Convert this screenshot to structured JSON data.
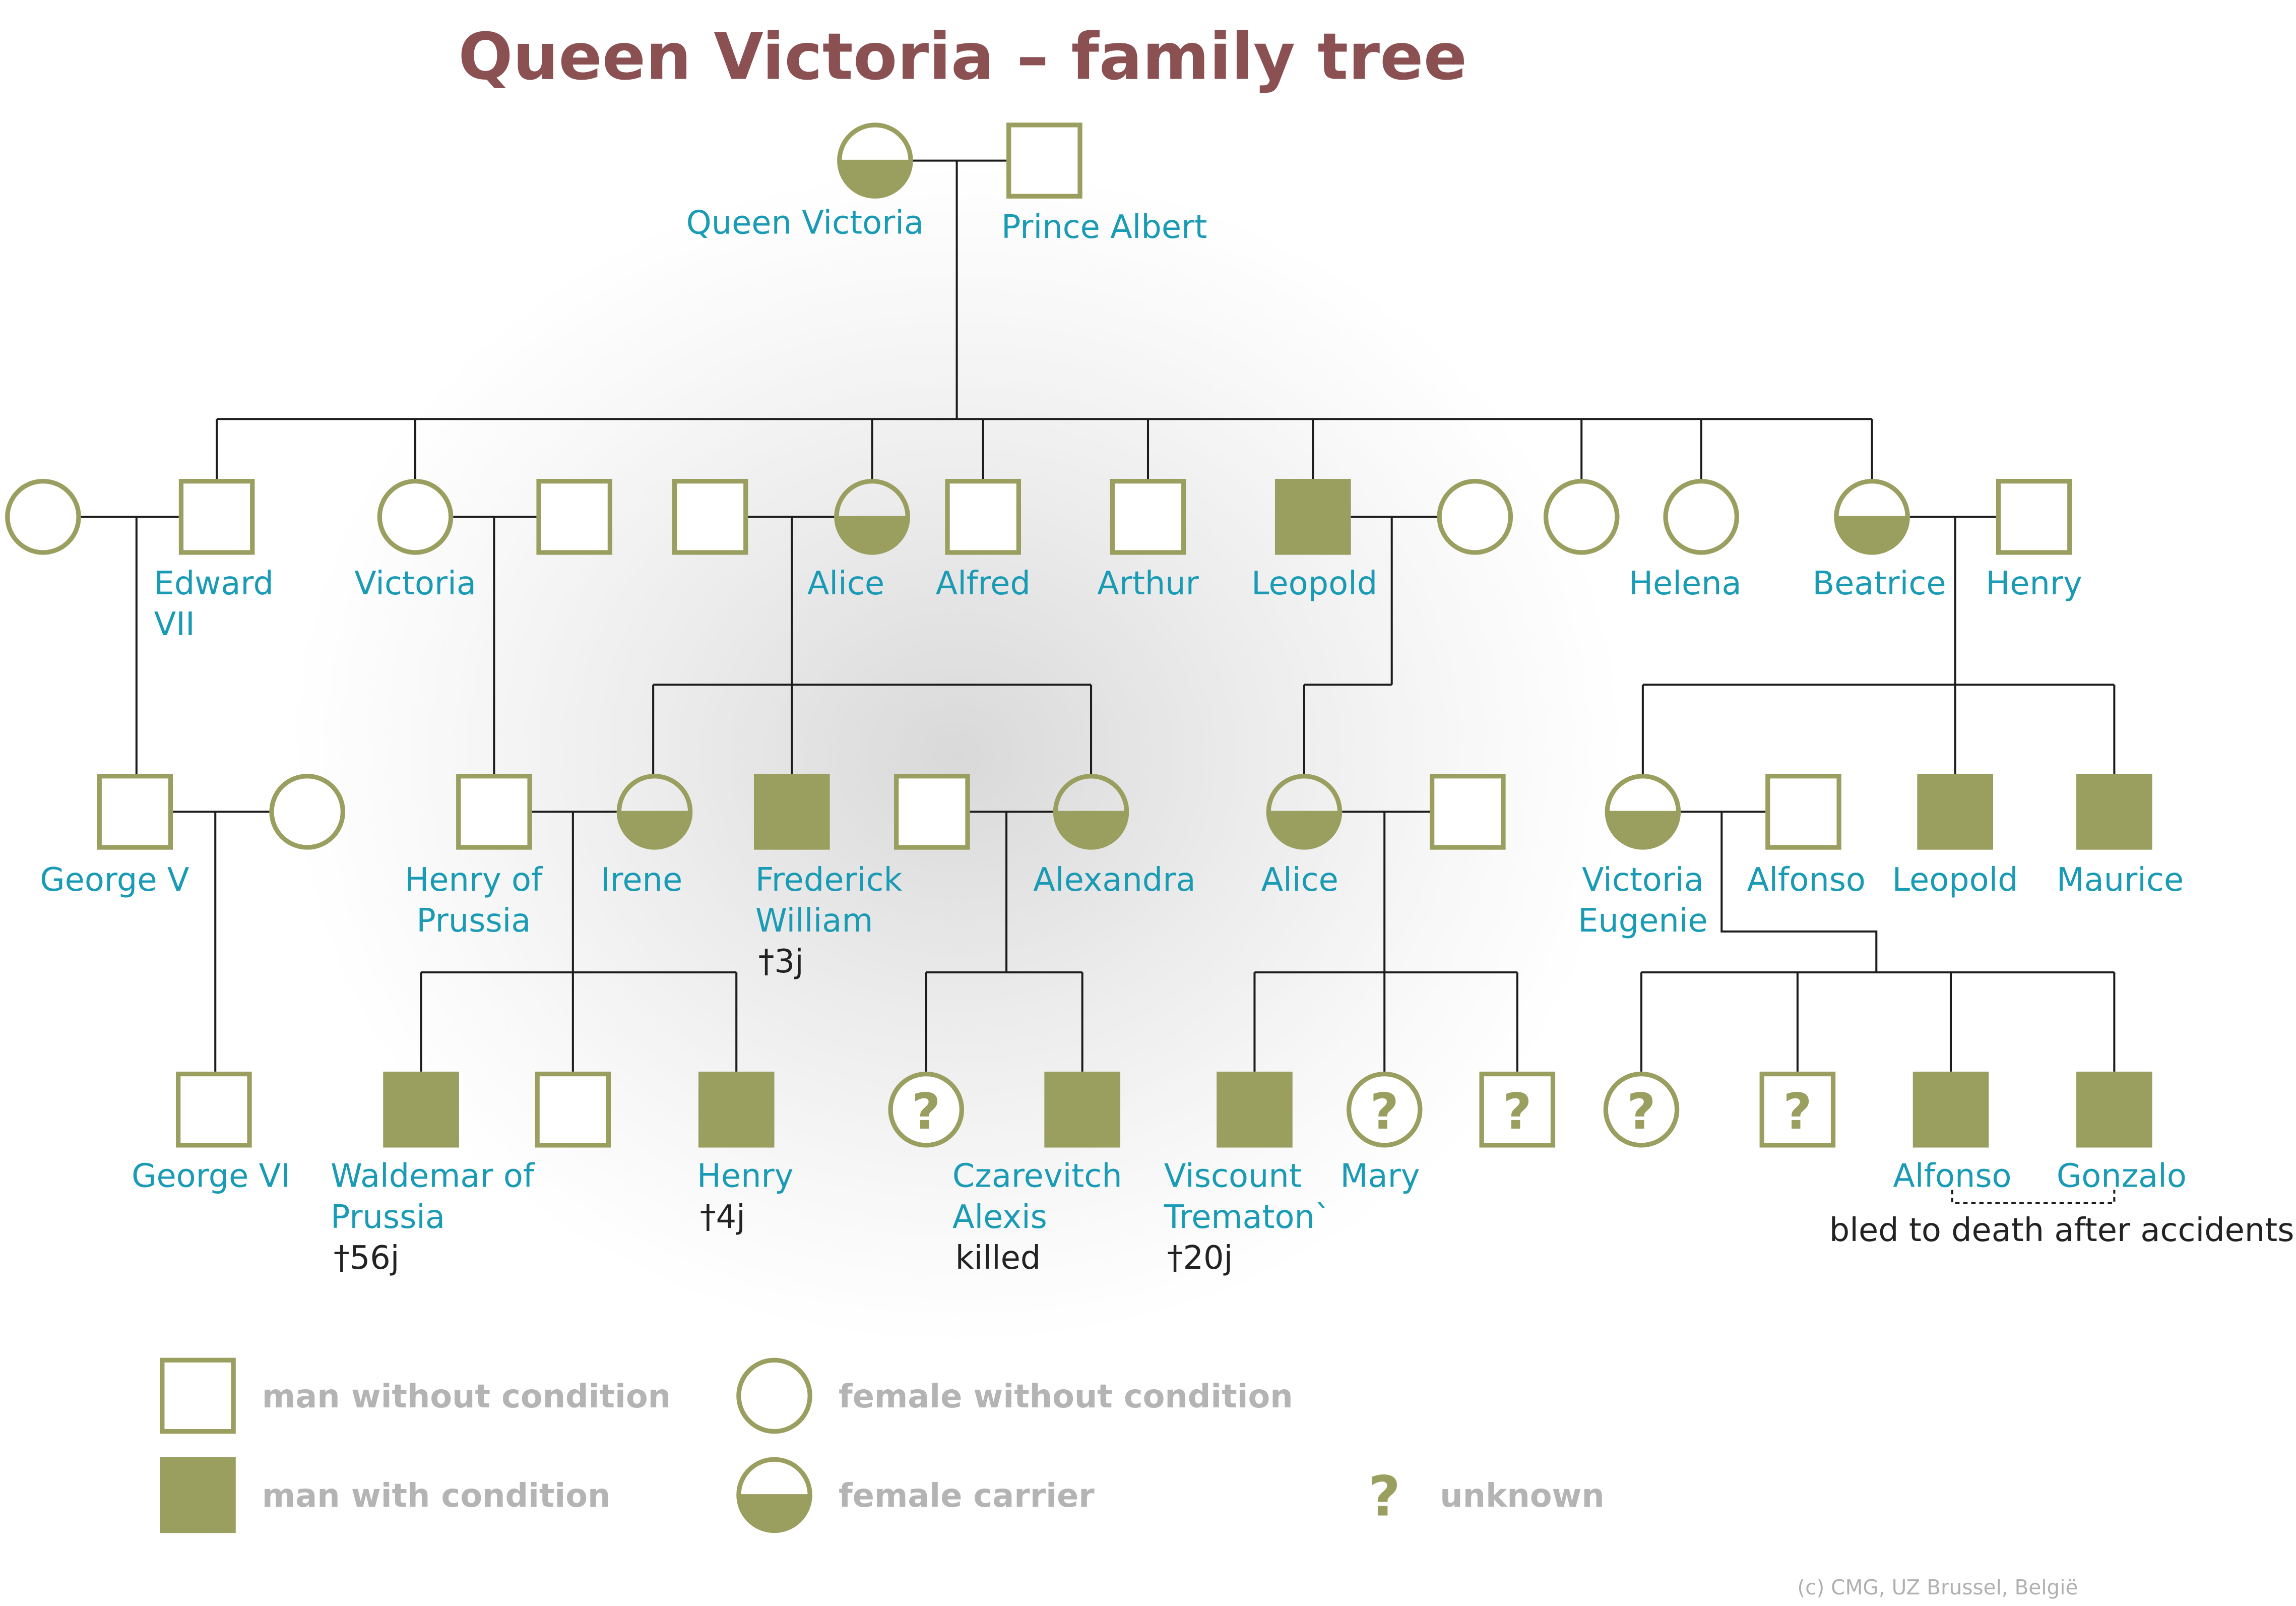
{
  "title": "Queen Victoria – family tree",
  "colors": {
    "symbol": "#9a9e5e",
    "name_text": "#1a9bb5",
    "title_text": "#8b5052",
    "legend_text": "#b4b4b4",
    "line": "#1c1c1c"
  },
  "people": {
    "queen_victoria": {
      "name": [
        "Queen Victoria"
      ],
      "sex": "female",
      "status": "carrier"
    },
    "prince_albert": {
      "name": [
        "Prince Albert"
      ],
      "sex": "male",
      "status": "unaffected"
    },
    "edward_wife": {
      "name": [],
      "sex": "female",
      "status": "unaffected"
    },
    "edward_vii": {
      "name": [
        "Edward",
        "VII"
      ],
      "sex": "male",
      "status": "unaffected"
    },
    "victoria": {
      "name": [
        "Victoria"
      ],
      "sex": "female",
      "status": "unaffected"
    },
    "victoria_husband": {
      "name": [],
      "sex": "male",
      "status": "unaffected"
    },
    "alice_husband": {
      "name": [],
      "sex": "male",
      "status": "unaffected"
    },
    "alice": {
      "name": [
        "Alice"
      ],
      "sex": "female",
      "status": "carrier"
    },
    "alfred": {
      "name": [
        "Alfred"
      ],
      "sex": "male",
      "status": "unaffected"
    },
    "arthur": {
      "name": [
        "Arthur"
      ],
      "sex": "male",
      "status": "unaffected"
    },
    "leopold": {
      "name": [
        "Leopold"
      ],
      "sex": "male",
      "status": "affected"
    },
    "leopold_wife": {
      "name": [],
      "sex": "female",
      "status": "unaffected"
    },
    "unnamed_daughter": {
      "name": [],
      "sex": "female",
      "status": "unaffected"
    },
    "helena": {
      "name": [
        "Helena"
      ],
      "sex": "female",
      "status": "unaffected"
    },
    "beatrice": {
      "name": [
        "Beatrice"
      ],
      "sex": "female",
      "status": "carrier"
    },
    "henry": {
      "name": [
        "Henry"
      ],
      "sex": "male",
      "status": "unaffected"
    },
    "george_v": {
      "name": [
        "George V"
      ],
      "sex": "male",
      "status": "unaffected"
    },
    "george_v_wife": {
      "name": [],
      "sex": "female",
      "status": "unaffected"
    },
    "henry_of_prussia": {
      "name": [
        "Henry of",
        "Prussia"
      ],
      "sex": "male",
      "status": "unaffected"
    },
    "irene": {
      "name": [
        "Irene"
      ],
      "sex": "female",
      "status": "carrier"
    },
    "frederick_william": {
      "name": [
        "Frederick",
        "William"
      ],
      "note": "†3j",
      "sex": "male",
      "status": "affected"
    },
    "alexandra_husband": {
      "name": [],
      "sex": "male",
      "status": "unaffected"
    },
    "alexandra": {
      "name": [
        "Alexandra"
      ],
      "sex": "female",
      "status": "carrier"
    },
    "alice_jr": {
      "name": [
        "Alice"
      ],
      "sex": "female",
      "status": "carrier"
    },
    "alice_jr_husband": {
      "name": [],
      "sex": "male",
      "status": "unaffected"
    },
    "victoria_eugenie": {
      "name": [
        "Victoria",
        "Eugenie"
      ],
      "sex": "female",
      "status": "carrier"
    },
    "alfonso_xiii": {
      "name": [
        "Alfonso"
      ],
      "sex": "male",
      "status": "unaffected"
    },
    "leopold_jr": {
      "name": [
        "Leopold"
      ],
      "sex": "male",
      "status": "affected"
    },
    "maurice": {
      "name": [
        "Maurice"
      ],
      "sex": "male",
      "status": "affected"
    },
    "george_vi": {
      "name": [
        "George VI"
      ],
      "sex": "male",
      "status": "unaffected"
    },
    "waldemar": {
      "name": [
        "Waldemar of",
        "Prussia"
      ],
      "note": "†56j",
      "sex": "male",
      "status": "affected"
    },
    "prussia_son2": {
      "name": [],
      "sex": "male",
      "status": "unaffected"
    },
    "henry_jr": {
      "name": [
        "Henry"
      ],
      "note": "†4j",
      "sex": "male",
      "status": "affected"
    },
    "alexandra_daughter": {
      "name": [],
      "sex": "female",
      "status": "unknown"
    },
    "alexei": {
      "name": [
        "Czarevitch",
        "Alexis"
      ],
      "note": "killed",
      "sex": "male",
      "status": "affected"
    },
    "trematon": {
      "name": [
        "Viscount",
        "Trematon`"
      ],
      "note": "†20j",
      "sex": "male",
      "status": "affected"
    },
    "mary": {
      "name": [
        "Mary"
      ],
      "sex": "female",
      "status": "unknown"
    },
    "alice_jr_son2": {
      "name": [],
      "sex": "male",
      "status": "unknown"
    },
    "spain_daughter": {
      "name": [],
      "sex": "female",
      "status": "unknown"
    },
    "spain_son": {
      "name": [],
      "sex": "male",
      "status": "unknown"
    },
    "alfonso_jr": {
      "name": [
        "Alfonso"
      ],
      "sex": "male",
      "status": "affected"
    },
    "gonzalo": {
      "name": [
        "Gonzalo"
      ],
      "sex": "male",
      "status": "affected"
    }
  },
  "annotation": "bled to death after accidents",
  "legend": {
    "items": [
      {
        "symbol": "male-unaffected",
        "label": "man without condition"
      },
      {
        "symbol": "female-unaffected",
        "label": "female without condition"
      },
      {
        "symbol": "male-affected",
        "label": "man with condition"
      },
      {
        "symbol": "female-carrier",
        "label": "female carrier"
      },
      {
        "symbol": "unknown",
        "label": "unknown"
      }
    ]
  },
  "credit": "(c) CMG, UZ Brussel, België"
}
